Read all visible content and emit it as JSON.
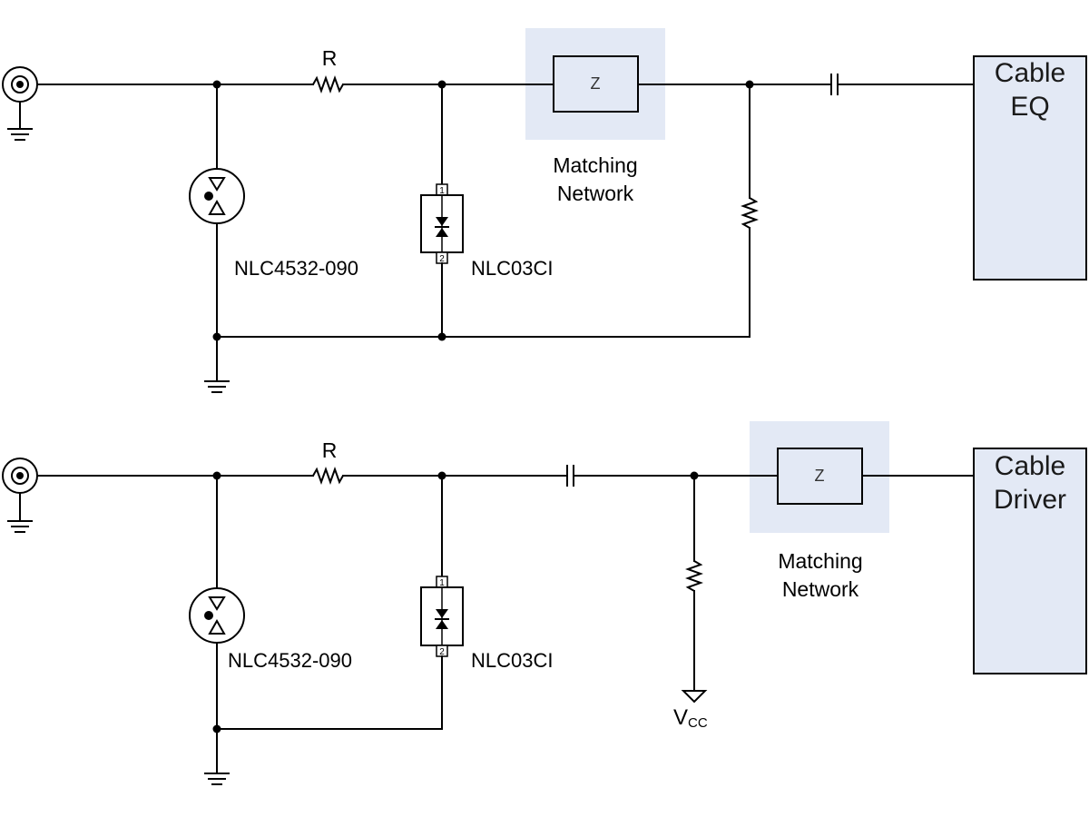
{
  "colors": {
    "highlight": "#e3e9f5",
    "wire": "#000000"
  },
  "circuits": [
    {
      "resistor_label": "R",
      "gdt_part": "NLC4532-090",
      "tvs_part": "NLC03CI",
      "tvs_pin_top": "1",
      "tvs_pin_bottom": "2",
      "matching_box_label": "Z",
      "matching_caption_line1": "Matching",
      "matching_caption_line2": "Network",
      "block_line1": "Cable",
      "block_line2": "EQ"
    },
    {
      "resistor_label": "R",
      "gdt_part": "NLC4532-090",
      "tvs_part": "NLC03CI",
      "tvs_pin_top": "1",
      "tvs_pin_bottom": "2",
      "matching_box_label": "Z",
      "matching_caption_line1": "Matching",
      "matching_caption_line2": "Network",
      "block_line1": "Cable",
      "block_line2": "Driver",
      "supply_label": "V",
      "supply_subscript": "CC"
    }
  ]
}
